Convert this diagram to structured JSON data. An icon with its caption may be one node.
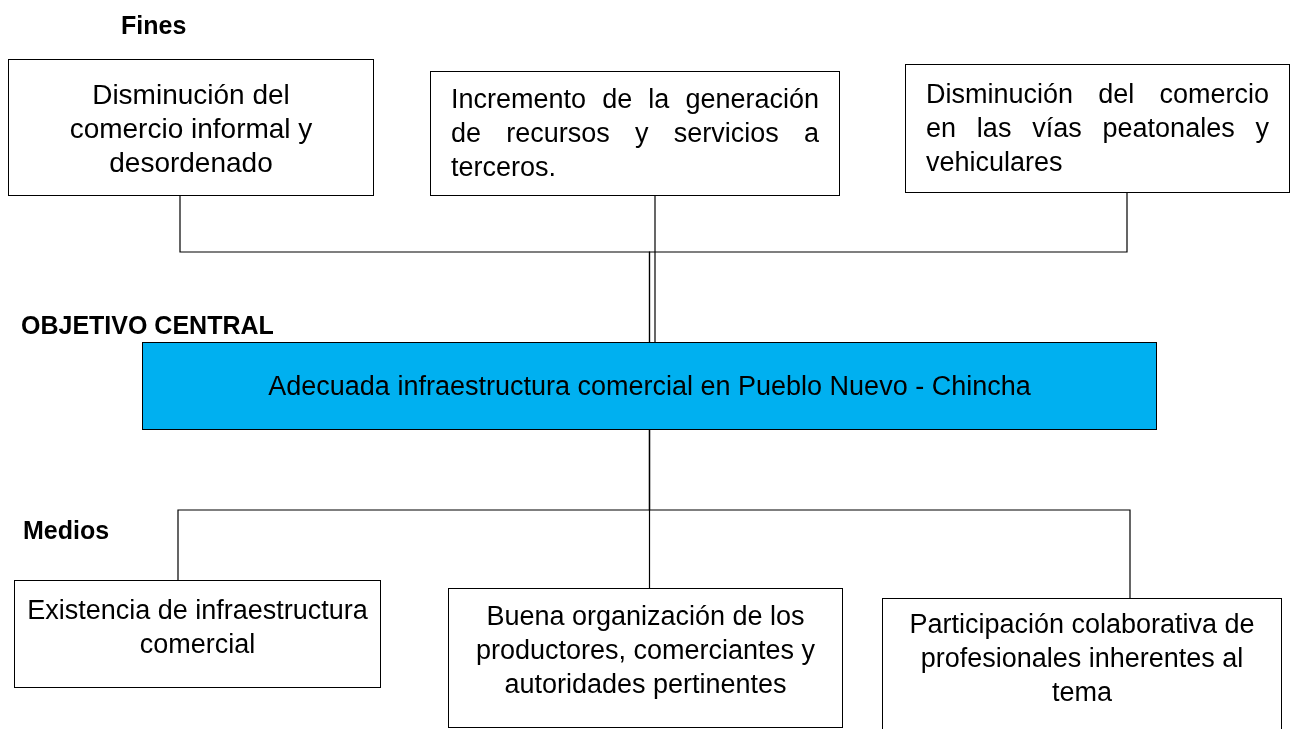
{
  "diagram": {
    "nodes": [
      {
        "text": [
          "Disminución del comercio informal y desordenado"
        ]
      },
      {
        "text": [
          "Incremento de la generación de recursos y servicios a terceros."
        ]
      },
      {
        "text": [
          "Disminución del comercio en las vías peatonales y vehiculares"
        ]
      },
      {
        "text": [
          "Adecuada infraestructura comercial en Pueblo Nuevo - Chincha"
        ]
      },
      {
        "text": [
          "Existencia de infraestructura comercial"
        ]
      },
      {
        "text": [
          "Buena organización de los productores, comerciantes y autoridades pertinentes"
        ]
      },
      {
        "text": [
          "Participación colaborativa de profesionales inherentes al tema"
        ]
      }
    ],
    "edges": [
      {
        "from": 0,
        "to": 3,
        "arrow": "none"
      },
      {
        "from": 1,
        "to": 3,
        "arrow": "none"
      },
      {
        "from": 2,
        "to": 3,
        "arrow": "none"
      },
      {
        "from": 3,
        "to": 4,
        "arrow": "none"
      },
      {
        "from": 3,
        "to": 5,
        "arrow": "none"
      },
      {
        "from": 3,
        "to": 6,
        "arrow": "none"
      }
    ],
    "labels": [
      "Fines",
      "OBJETIVO CENTRAL",
      "Medios"
    ]
  }
}
